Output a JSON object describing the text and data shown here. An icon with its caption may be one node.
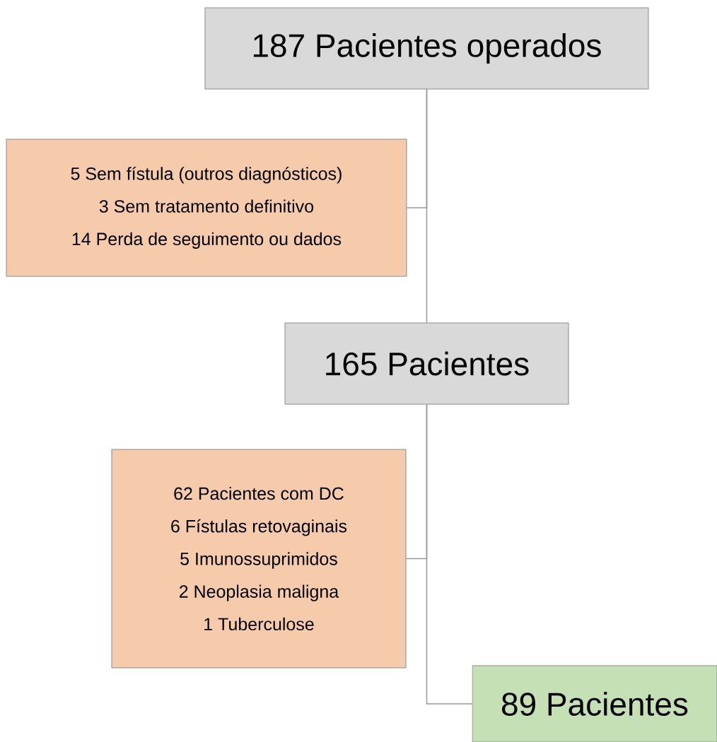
{
  "diagram": {
    "nodes": [
      {
        "text": [
          "187 Pacientes operados"
        ]
      },
      {
        "text": [
          "5 Sem fístula (outros diagnósticos)",
          "3 Sem tratamento definitivo",
          "14 Perda de seguimento ou dados"
        ]
      },
      {
        "text": [
          "165 Pacientes"
        ]
      },
      {
        "text": [
          "62 Pacientes com DC",
          "6 Fístulas retovaginais",
          "5 Imunossuprimidos",
          "2 Neoplasia maligna",
          "1 Tuberculose"
        ]
      },
      {
        "text": [
          "89 Pacientes"
        ]
      }
    ],
    "edges": [
      {
        "from": 0,
        "to": 2,
        "arrow": "none"
      },
      {
        "from": 0,
        "to": 1,
        "arrow": "none"
      },
      {
        "from": 2,
        "to": 4,
        "arrow": "none"
      },
      {
        "from": 2,
        "to": 3,
        "arrow": "none"
      }
    ]
  }
}
